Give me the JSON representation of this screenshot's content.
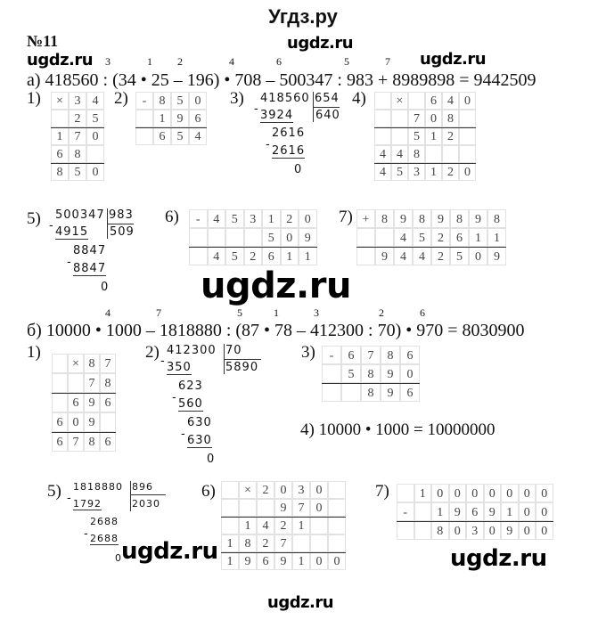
{
  "header": {
    "title": "Угдз.ру",
    "task_number": "№11"
  },
  "watermark": "ugdz.ru",
  "part_a": {
    "expression": "а) 418560 : (34 • 25 – 196) • 708 – 500347 : 983 + 8989898 = 9442509",
    "order": [
      "3",
      "1",
      "2",
      "4",
      "6",
      "5",
      "7"
    ],
    "labels": [
      "1)",
      "2)",
      "3)",
      "4)",
      "5)",
      "6)",
      "7)"
    ],
    "grid1": [
      [
        "×",
        "3",
        "4"
      ],
      [
        "",
        "2",
        "5"
      ],
      [
        "1",
        "7",
        "0"
      ],
      [
        "6",
        "8",
        ""
      ],
      [
        "8",
        "5",
        "0"
      ]
    ],
    "grid2": [
      [
        "-",
        "8",
        "5",
        "0"
      ],
      [
        "",
        "1",
        "9",
        "6"
      ],
      [
        "",
        "6",
        "5",
        "4"
      ]
    ],
    "div3": {
      "dividend": "418560",
      "divisor": "654",
      "quotient": "640",
      "steps": [
        "3924",
        "2616",
        "2616"
      ],
      "remainder": "0"
    },
    "grid4": [
      [
        "",
        "×",
        "",
        "6",
        "4",
        "0"
      ],
      [
        "",
        "",
        "7",
        "0",
        "8",
        ""
      ],
      [
        "",
        "",
        "5",
        "1",
        "2",
        ""
      ],
      [
        "4",
        "4",
        "8",
        "",
        "",
        ""
      ],
      [
        "4",
        "5",
        "3",
        "1",
        "2",
        "0"
      ]
    ],
    "div5": {
      "dividend": "500347",
      "divisor": "983",
      "quotient": "509",
      "steps": [
        "4915",
        "8847",
        "8847"
      ],
      "remainder": "0"
    },
    "grid6": [
      [
        "-",
        "4",
        "5",
        "3",
        "1",
        "2",
        "0"
      ],
      [
        "",
        "",
        "",
        "",
        "5",
        "0",
        "9"
      ],
      [
        "",
        "4",
        "5",
        "2",
        "6",
        "1",
        "1"
      ]
    ],
    "grid7": [
      [
        "+",
        "8",
        "9",
        "8",
        "9",
        "8",
        "9",
        "8"
      ],
      [
        "",
        "",
        "4",
        "5",
        "2",
        "6",
        "1",
        "1"
      ],
      [
        "",
        "9",
        "4",
        "4",
        "2",
        "5",
        "0",
        "9"
      ]
    ]
  },
  "part_b": {
    "expression": "б) 10000 • 1000 – 1818880 : (87 • 78 – 412300 : 70) • 970 = 8030900",
    "order": [
      "4",
      "7",
      "5",
      "1",
      "3",
      "2",
      "6"
    ],
    "labels": [
      "1)",
      "2)",
      "3)",
      "5)",
      "6)",
      "7)"
    ],
    "grid1": [
      [
        "",
        "×",
        "8",
        "7"
      ],
      [
        "",
        "",
        "7",
        "8"
      ],
      [
        "",
        "6",
        "9",
        "6"
      ],
      [
        "6",
        "0",
        "9",
        ""
      ],
      [
        "6",
        "7",
        "8",
        "6"
      ]
    ],
    "div2": {
      "dividend": "412300",
      "divisor": "70",
      "quotient": "5890",
      "steps": [
        "350",
        "623",
        "560",
        "630",
        "630"
      ],
      "remainder": "0"
    },
    "grid3": [
      [
        "-",
        "6",
        "7",
        "8",
        "6"
      ],
      [
        "",
        "5",
        "8",
        "9",
        "0"
      ],
      [
        "",
        "",
        "8",
        "9",
        "6"
      ]
    ],
    "step4": "4) 10000 • 1000 = 10000000",
    "div5": {
      "dividend": "1818880",
      "divisor": "896",
      "quotient": "2030",
      "steps": [
        "1792",
        "2688",
        "2688"
      ],
      "remainder": "0"
    },
    "grid6": [
      [
        "",
        "×",
        "2",
        "0",
        "3",
        "0",
        ""
      ],
      [
        "",
        "",
        "",
        "9",
        "7",
        "0",
        ""
      ],
      [
        "",
        "1",
        "4",
        "2",
        "1",
        "",
        ""
      ],
      [
        "1",
        "8",
        "2",
        "7",
        "",
        "",
        ""
      ],
      [
        "1",
        "9",
        "6",
        "9",
        "1",
        "0",
        "0"
      ]
    ],
    "grid7": [
      [
        "",
        "1",
        "0",
        "0",
        "0",
        "0",
        "0",
        "0",
        "0"
      ],
      [
        "-",
        "",
        "1",
        "9",
        "6",
        "9",
        "1",
        "0",
        "0"
      ],
      [
        "",
        "",
        "8",
        "0",
        "3",
        "0",
        "9",
        "0",
        "0"
      ]
    ]
  }
}
